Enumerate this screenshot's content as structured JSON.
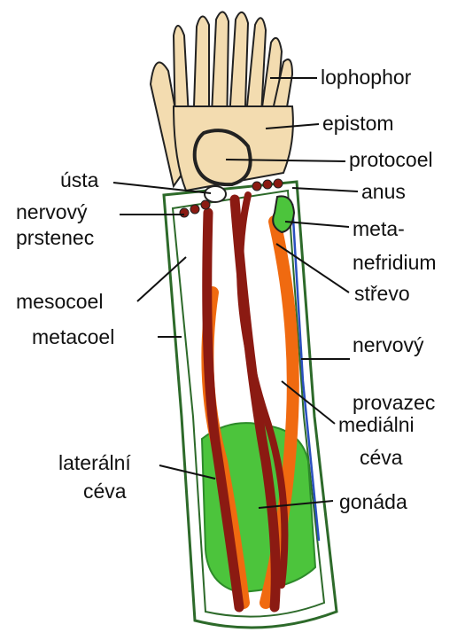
{
  "labels": {
    "lophophor": "lophophor",
    "epistom": "epistom",
    "protocoel": "protocoel",
    "usta": "ústa",
    "anus": "anus",
    "nervovy_prstenec_1": "nervový",
    "nervovy_prstenec_2": "prstenec",
    "metanefridium_1": "meta-",
    "metanefridium_2": "nefridium",
    "strevo": "střevo",
    "mesocoel": "mesocoel",
    "metacoel": "metacoel",
    "nervovy_provazec_1": "nervový",
    "nervovy_provazec_2": "provazec",
    "medialni_ceva_1": "mediálni",
    "medialni_ceva_2": "céva",
    "lateralni_ceva_1": "laterální",
    "lateralni_ceva_2": "céva",
    "gonada": "gonáda"
  },
  "colors": {
    "tissue": "#f3dcb0",
    "body_wall": "#2d6a2a",
    "gut": "#f06a10",
    "blood_vessel": "#8b1a12",
    "gonad": "#4cc43c",
    "nerve_cord": "#2a4fbf",
    "outline": "#222222"
  }
}
